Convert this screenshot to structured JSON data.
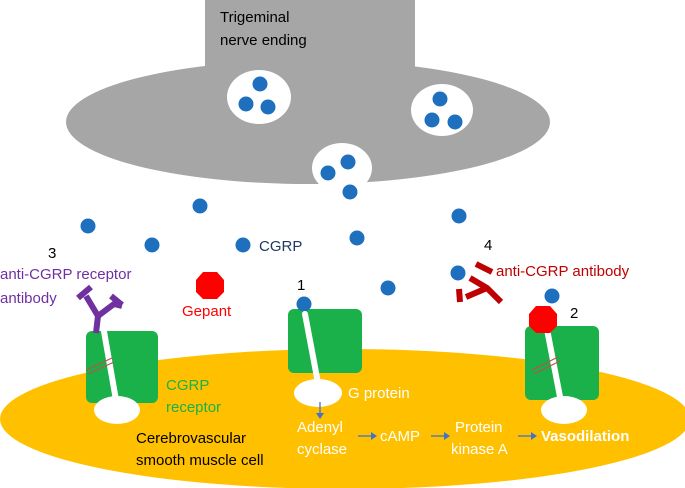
{
  "labels": {
    "nerve_line1": "Trigeminal",
    "nerve_line2": "nerve ending",
    "cgrp_legend": "CGRP",
    "gepant": "Gepant",
    "anti_receptor_line1": "anti-CGRP receptor",
    "anti_receptor_line2": "antibody",
    "anti_cgrp_antibody": "anti-CGRP antibody",
    "receptor_line1": "CGRP",
    "receptor_line2": "receptor",
    "g_protein": "G protein",
    "adenyl_line1": "Adenyl",
    "adenyl_line2": "cyclase",
    "camp": "cAMP",
    "pka_line1": "Protein",
    "pka_line2": "kinase A",
    "vasodilation": "Vasodilation",
    "cell_line1": "Cerebrovascular",
    "cell_line2": "smooth muscle cell",
    "num_1": "1",
    "num_2": "2",
    "num_3": "3",
    "num_4": "4"
  },
  "colors": {
    "nerve": "#a6a6a6",
    "cgrp_dot": "#1f6fbf",
    "receptor": "#1ab04a",
    "cell": "#ffc000",
    "gepant": "#ff0000",
    "anti_receptor_antibody": "#7030a0",
    "anti_cgrp_antibody": "#c00000",
    "cgrp_label": "#1f3864",
    "receptor_label": "#1ab04a",
    "arrow": "#4472c4"
  }
}
